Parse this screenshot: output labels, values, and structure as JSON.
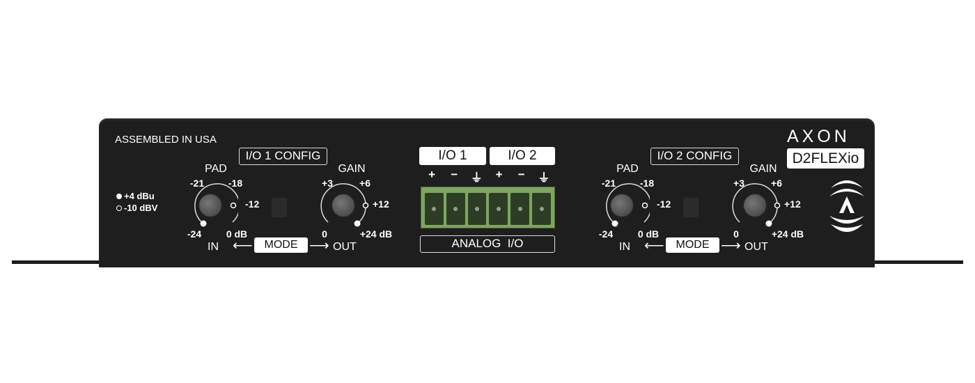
{
  "panel": {
    "assembled": "ASSEMBLED IN USA",
    "level_indicators": [
      {
        "label": "+4 dBu",
        "marker": "filled"
      },
      {
        "label": "-10 dBV",
        "marker": "hollow"
      }
    ],
    "brand": "AXON",
    "model": "D2FLEXio"
  },
  "sections": [
    {
      "config": "I/O 1 CONFIG",
      "pad": {
        "title": "PAD",
        "labels": [
          "-21",
          "-18",
          "-12",
          "-24",
          "0 dB"
        ]
      },
      "gain": {
        "title": "GAIN",
        "labels": [
          "+3",
          "+6",
          "+12",
          "0",
          "+24 dB"
        ]
      },
      "mode": "MODE",
      "in": "IN",
      "out": "OUT"
    },
    {
      "config": "I/O 2 CONFIG",
      "pad": {
        "title": "PAD",
        "labels": [
          "-21",
          "-18",
          "-12",
          "-24",
          "0 dB"
        ]
      },
      "gain": {
        "title": "GAIN",
        "labels": [
          "+3",
          "+6",
          "+12",
          "0",
          "+24 dB"
        ]
      },
      "mode": "MODE",
      "in": "IN",
      "out": "OUT"
    }
  ],
  "analog": {
    "io1": "I/O 1",
    "io2": "I/O 2",
    "pins": [
      "+",
      "−",
      "⏚",
      "+",
      "−",
      "⏚"
    ],
    "label": "ANALOG  I/O",
    "terminal_color": "#7ea55f"
  }
}
